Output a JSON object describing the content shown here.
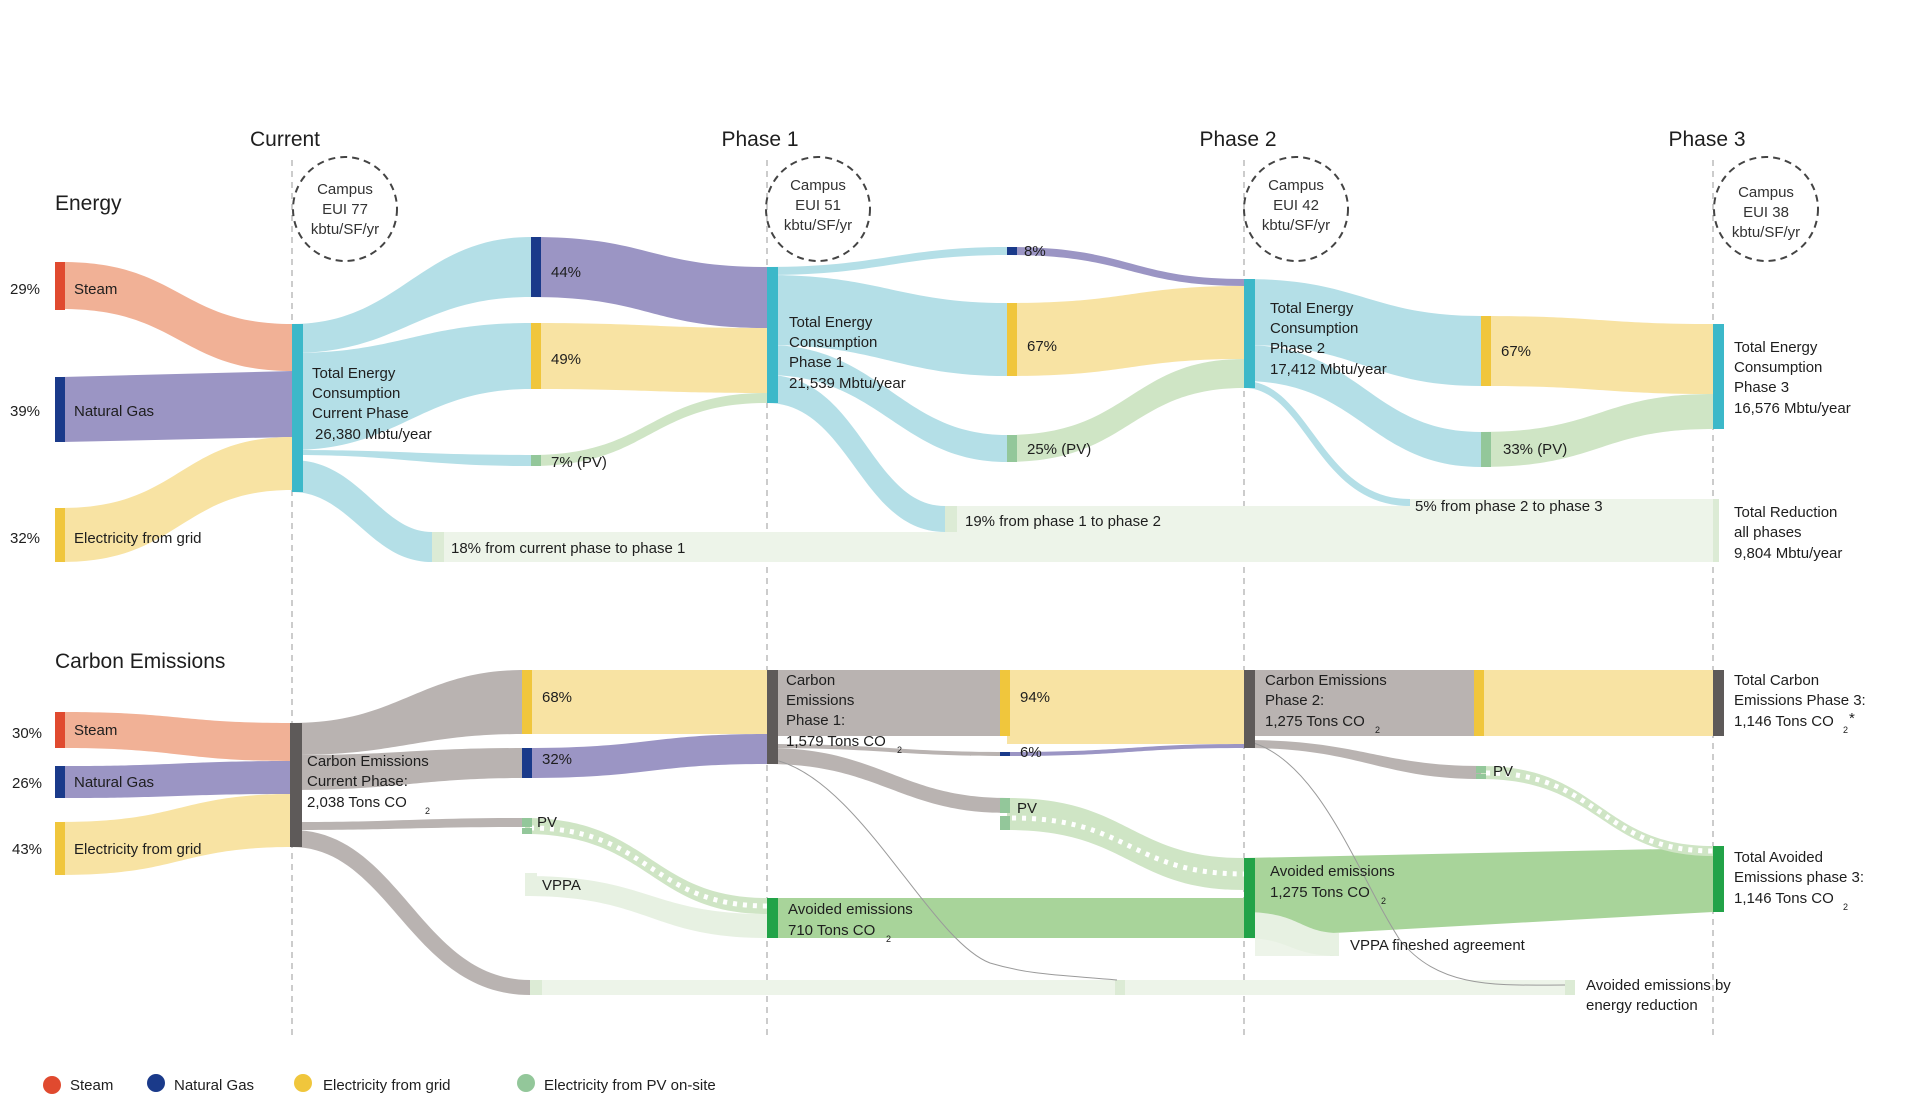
{
  "phases": [
    "Current",
    "Phase 1",
    "Phase 2",
    "Phase 3"
  ],
  "eui_badges": [
    {
      "lines": [
        "Campus",
        "EUI 77",
        "kbtu/SF/yr"
      ]
    },
    {
      "lines": [
        "Campus",
        "EUI 51",
        "kbtu/SF/yr"
      ]
    },
    {
      "lines": [
        "Campus",
        "EUI 42",
        "kbtu/SF/yr"
      ]
    },
    {
      "lines": [
        "Campus",
        "EUI 38",
        "kbtu/SF/yr"
      ]
    }
  ],
  "energy": {
    "heading": "Energy",
    "sources": [
      {
        "pct": "29%",
        "label": "Steam"
      },
      {
        "pct": "39%",
        "label": "Natural Gas"
      },
      {
        "pct": "32%",
        "label": "Electricity from grid"
      }
    ],
    "totals": {
      "current": [
        "Total Energy",
        "Consumption",
        "Current Phase",
        "26,380 Mbtu/year"
      ],
      "phase1": [
        "Total Energy",
        "Consumption",
        "Phase 1",
        "21,539 Mbtu/year"
      ],
      "phase2": [
        "Total Energy",
        "Consumption",
        "Phase 2",
        "17,412 Mbtu/year"
      ],
      "phase3": [
        "Total Energy",
        "Consumption",
        "Phase 3",
        "16,576 Mbtu/year"
      ],
      "reduction": [
        "Total Reduction",
        "all phases",
        "9,804 Mbtu/year"
      ]
    },
    "mix": {
      "p1_gas": "44%",
      "p1_grid": "49%",
      "p1_pv": "7% (PV)",
      "p2_gas": "8%",
      "p2_grid": "67%",
      "p2_pv": "25% (PV)",
      "p3_grid": "67%",
      "p3_pv": "33% (PV)"
    },
    "reductions": {
      "r1": "18% from current phase to phase 1",
      "r2": "19% from phase 1 to phase 2",
      "r3": "5% from phase 2 to phase 3"
    }
  },
  "carbon": {
    "heading": "Carbon Emissions",
    "sources": [
      {
        "pct": "30%",
        "label": "Steam"
      },
      {
        "pct": "26%",
        "label": "Natural Gas"
      },
      {
        "pct": "43%",
        "label": "Electricity from grid"
      }
    ],
    "totals": {
      "current": {
        "lines": [
          "Carbon Emissions",
          "Current Phase:"
        ],
        "value": "2,038 Tons CO",
        "sub": "2"
      },
      "phase1": {
        "lines": [
          "Carbon",
          "Emissions",
          "Phase 1:"
        ],
        "value": "1,579 Tons CO",
        "sub": "2"
      },
      "phase2": {
        "lines": [
          "Carbon Emissions",
          "Phase 2:"
        ],
        "value": "1,275 Tons CO",
        "sub": "2"
      },
      "phase3": {
        "lines": [
          "Total Carbon",
          "Emissions Phase 3:"
        ],
        "value": "1,146 Tons CO",
        "sub": "2",
        "note": "*"
      }
    },
    "mix": {
      "p1_grid": "68%",
      "p1_gas": "32%",
      "p2_grid": "94%",
      "p2_gas": "6%"
    },
    "pv_label": "PV",
    "vppa_label": "VPPA",
    "avoided1": {
      "lines": [
        "Avoided emissions"
      ],
      "value": "710 Tons CO",
      "sub": "2"
    },
    "avoided2": {
      "lines": [
        "Avoided emissions"
      ],
      "value": "1,275 Tons CO",
      "sub": "2"
    },
    "avoided3": {
      "lines": [
        "Total Avoided",
        "Emissions  phase 3:"
      ],
      "value": "1,146 Tons CO",
      "sub": "2"
    },
    "vppa_end": "VPPA fineshed agreement",
    "avoided_reduction": [
      "Avoided emissions by",
      "energy reduction"
    ]
  },
  "legend": [
    {
      "label": "Steam",
      "color": "#e04a2f"
    },
    {
      "label": "Natural Gas",
      "color": "#1a3a8a"
    },
    {
      "label": "Electricity from grid",
      "color": "#f0c63c"
    },
    {
      "label": "Electricity from PV on-site",
      "color": "#93c79a"
    }
  ],
  "colors": {
    "steam": "#f1b196",
    "steam_dark": "#e04a2f",
    "gas": "#9b95c4",
    "gas_dark": "#1a3a8a",
    "grid": "#f8e3a3",
    "grid_dark": "#f0c63c",
    "pv": "#b7d9a9",
    "pv_dark": "#93c79a",
    "energy": "#b4dfe7",
    "energy_dark": "#3cb8c9",
    "carbon": "#b9b3b1",
    "carbon_dark": "#5e5a59",
    "avoided": "#a8d49a",
    "avoided_dark": "#22a348",
    "faint": "#e9f2e4"
  }
}
